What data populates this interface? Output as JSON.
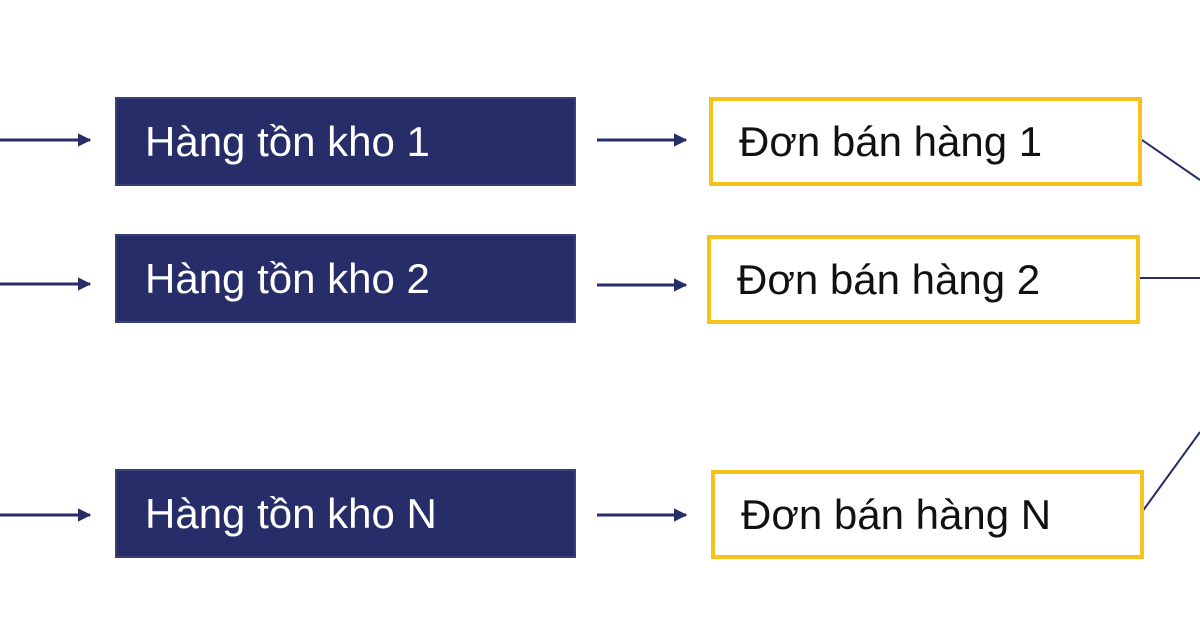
{
  "colors": {
    "inventory_fill": "#262d69",
    "order_border": "#f7c21a",
    "connector": "#262d69"
  },
  "rows": [
    {
      "inventory_label": "Hàng tồn kho 1",
      "order_label": "Đơn bán hàng 1"
    },
    {
      "inventory_label": "Hàng tồn kho 2",
      "order_label": "Đơn bán hàng 2"
    },
    {
      "inventory_label": "Hàng tồn kho N",
      "order_label": "Đơn bán hàng N"
    }
  ]
}
